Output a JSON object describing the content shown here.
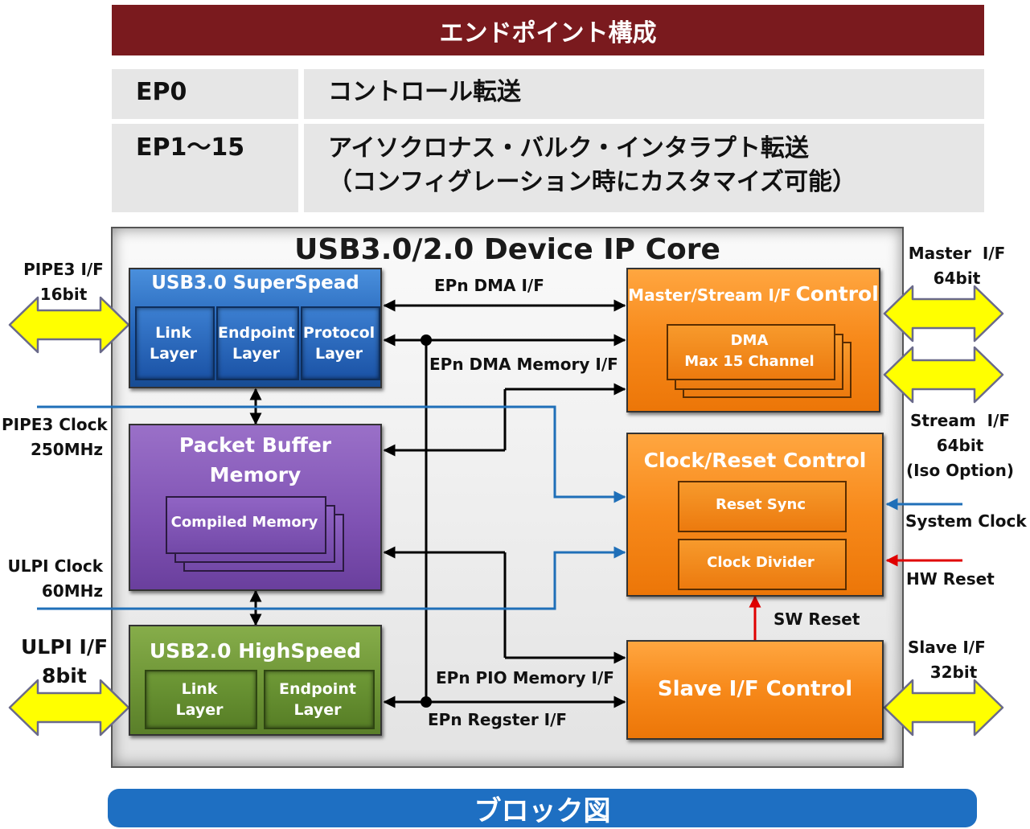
{
  "header": {
    "title": "エンドポイント構成"
  },
  "table": {
    "rows": [
      {
        "ep": "EP0",
        "desc": "コントロール転送"
      },
      {
        "ep": "EP1～15",
        "desc_line1": "アイソクロナス・バルク・インタラプト転送",
        "desc_line2": "（コンフィグレーション時にカスタマイズ可能）"
      }
    ]
  },
  "core": {
    "title": "USB3.0/2.0 Device IP Core"
  },
  "usb3": {
    "title": "USB3.0 SuperSpead",
    "link_1": "Link",
    "link_2": "Layer",
    "endpoint_1": "Endpoint",
    "endpoint_2": "Layer",
    "protocol_1": "Protocol",
    "protocol_2": "Layer"
  },
  "packet": {
    "title_1": "Packet Buffer Memory",
    "title_2": "EP0/EP1-15",
    "compiled": "Compiled Memory"
  },
  "usb2": {
    "title": "USB2.0 HighSpeed",
    "link_1": "Link",
    "link_2": "Layer",
    "endpoint_1": "Endpoint",
    "endpoint_2": "Layer"
  },
  "master": {
    "title_a": "Master/Stream I/F",
    "title_b": "Control",
    "dma_1": "DMA",
    "dma_2": "Max 15 Channel"
  },
  "clock": {
    "title": "Clock/Reset Control",
    "reset_sync": "Reset Sync",
    "clock_divider": "Clock Divider"
  },
  "slave": {
    "title": "Slave I/F Control"
  },
  "buses": {
    "dma_if": "EPn DMA I/F",
    "dma_mem": "EPn DMA Memory I/F",
    "pio_mem": "EPn PIO Memory I/F",
    "register": "EPn Regster I/F",
    "sw_reset": "SW Reset"
  },
  "external": {
    "pipe3_if_1": "PIPE3 I/F",
    "pipe3_if_2": "16bit",
    "pipe3_clock_1": "PIPE3 Clock",
    "pipe3_clock_2": "250MHz",
    "ulpi_clock_1": "ULPI Clock",
    "ulpi_clock_2": "60MHz",
    "ulpi_if_1": "ULPI I/F",
    "ulpi_if_2": "8bit",
    "master_if_1": "Master  I/F",
    "master_if_2": "64bit",
    "stream_if_1": "Stream  I/F",
    "stream_if_2": "64bit",
    "stream_if_3": "(Iso Option)",
    "system_clock": "System Clock",
    "hw_reset": "HW Reset",
    "slave_if_1": "Slave I/F",
    "slave_if_2": "32bit"
  },
  "footer": {
    "title": "ブロック図"
  },
  "colors": {
    "header_bg": "#7a1a1e",
    "footer_bg": "#1e6fc2",
    "clock_line": "#1f6fb8",
    "reset_line": "#e00000",
    "arrow_fill": "#ffff00"
  }
}
